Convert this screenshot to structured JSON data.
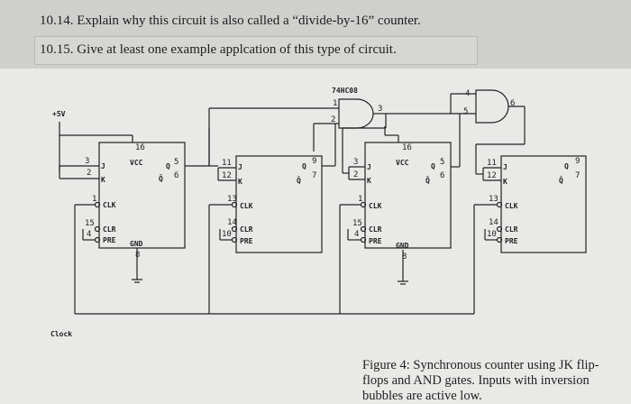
{
  "questions": [
    {
      "number": "10.14.",
      "text": "Explain why this circuit is also called a “divide-by-16” counter."
    },
    {
      "number": "10.15.",
      "text": "Give at least one example applcation of this type of circuit."
    }
  ],
  "circuit": {
    "power_label": "+5V",
    "clock_label": "Clock",
    "gate_chip": "74HC08",
    "gate1_pins": {
      "in1": "1",
      "in2": "2",
      "out": "3"
    },
    "gate2_pins": {
      "in1": "4",
      "in2": "5",
      "out": "6"
    },
    "flipflops": [
      {
        "vcc_pin": "16",
        "j_pin": "3",
        "k_pin": "2",
        "q_pin": "5",
        "qbar_pin": "6",
        "clk_pin": "1",
        "clr_pin": "15",
        "pre_pin": "4",
        "gnd_pin": "8",
        "power_label": "VCC",
        "gnd_label": "GND"
      },
      {
        "j_pin": "11",
        "k_pin": "12",
        "q_pin": "9",
        "qbar_pin": "7",
        "clk_pin": "13",
        "clr_pin": "14",
        "pre_pin": "10"
      },
      {
        "vcc_pin": "16",
        "j_pin": "3",
        "k_pin": "2",
        "q_pin": "5",
        "qbar_pin": "6",
        "clk_pin": "1",
        "clr_pin": "15",
        "pre_pin": "4",
        "gnd_pin": "8",
        "power_label": "VCC",
        "gnd_label": "GND"
      },
      {
        "j_pin": "11",
        "k_pin": "12",
        "q_pin": "9",
        "qbar_pin": "7",
        "clk_pin": "13",
        "clr_pin": "14",
        "pre_pin": "10"
      }
    ],
    "input_labels": {
      "j": "J",
      "k": "K",
      "clk": "CLK",
      "clr": "CLR",
      "pre": "PRE",
      "q": "Q",
      "qbar": "Q̄"
    }
  },
  "caption": "Figure 4: Synchronous counter using JK flip-flops and AND gates. Inputs with inversion bubbles are active low."
}
